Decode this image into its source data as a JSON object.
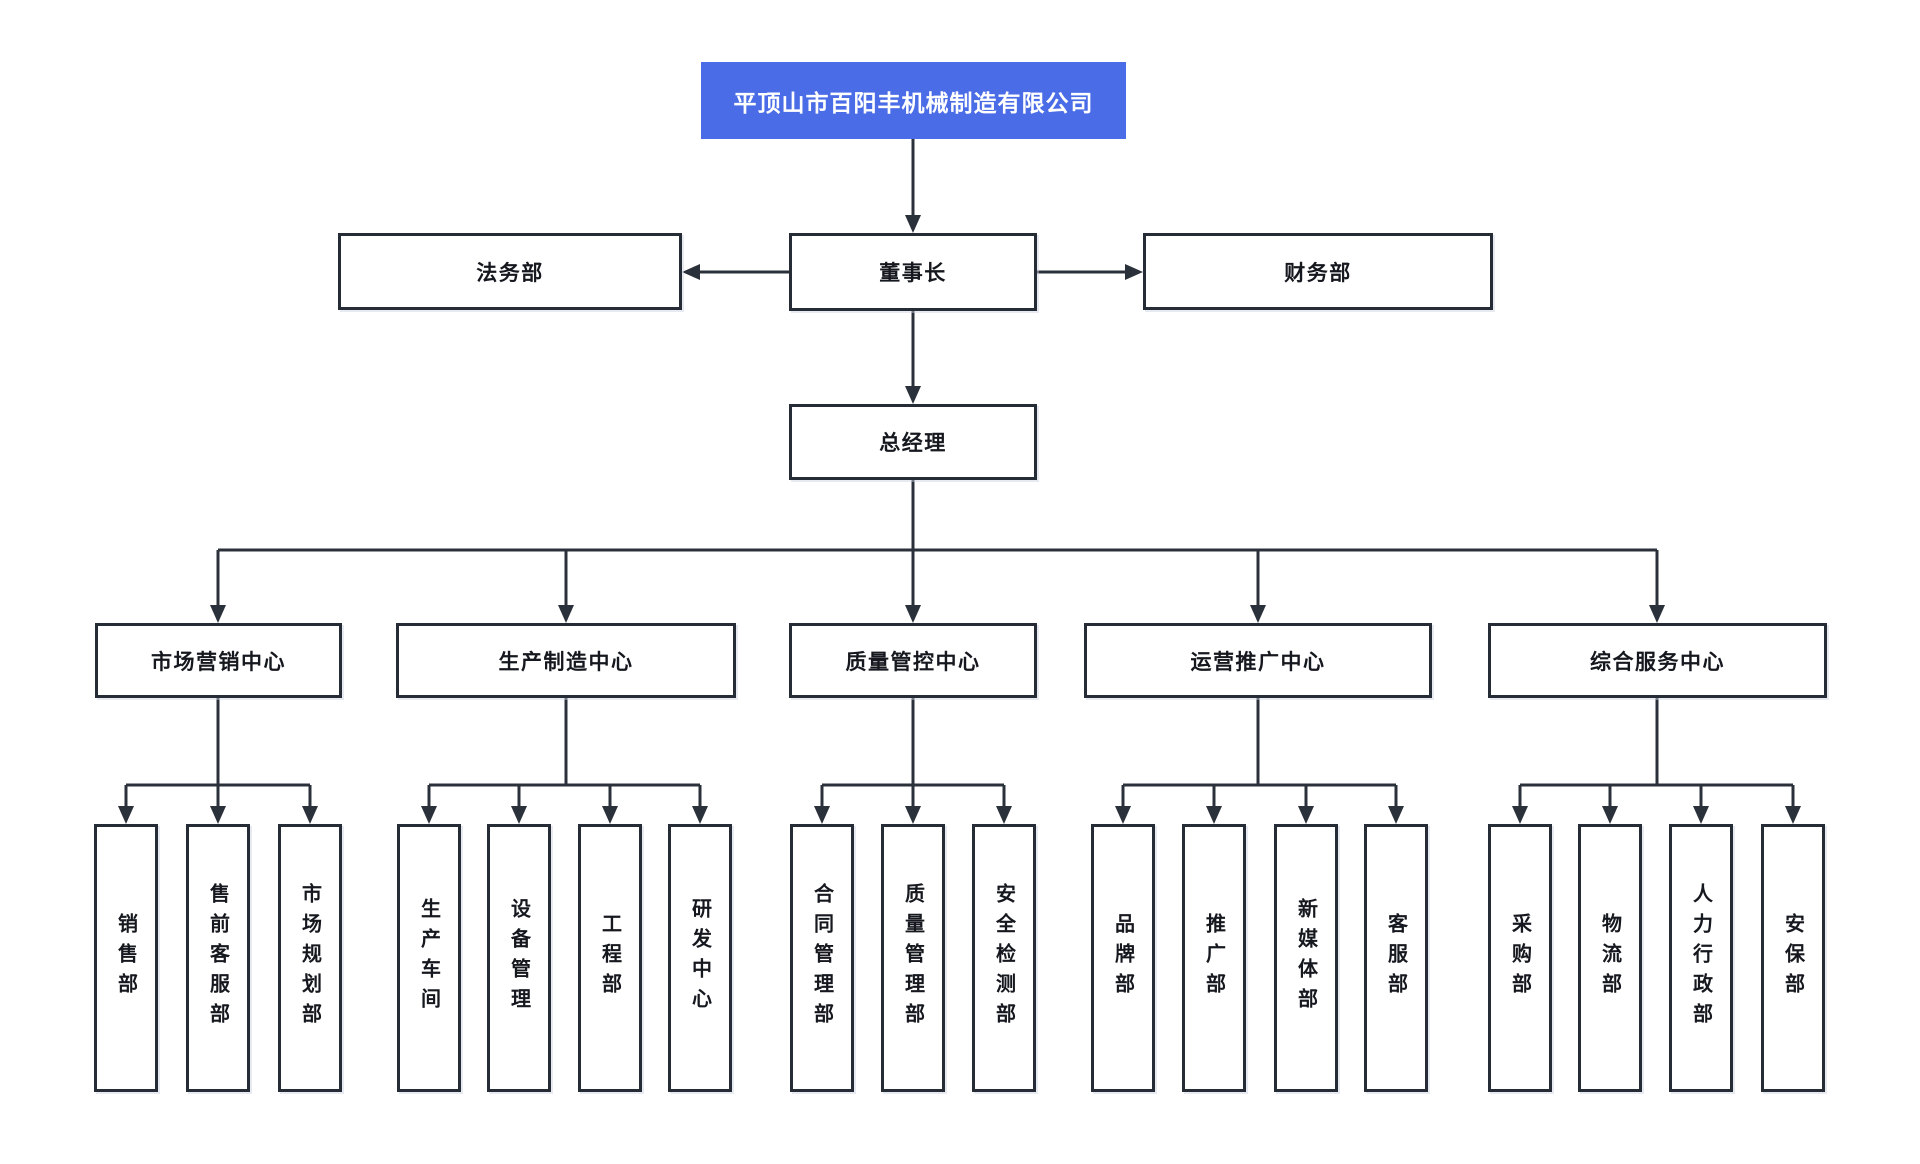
{
  "company": {
    "name": "平顶山市百阳丰机械制造有限公司"
  },
  "org": {
    "chairman": "董事长",
    "legal": "法务部",
    "finance": "财务部",
    "general_manager": "总经理",
    "centers": [
      {
        "label": "市场营销中心",
        "children": [
          "销售部",
          "售前客服部",
          "市场规划部"
        ]
      },
      {
        "label": "生产制造中心",
        "children": [
          "生产车间",
          "设备管理",
          "工程部",
          "研发中心"
        ]
      },
      {
        "label": "质量管控中心",
        "children": [
          "合同管理部",
          "质量管理部",
          "安全检测部"
        ]
      },
      {
        "label": "运营推广中心",
        "children": [
          "品牌部",
          "推广部",
          "新媒体部",
          "客服部"
        ]
      },
      {
        "label": "综合服务中心",
        "children": [
          "采购部",
          "物流部",
          "人力行政部",
          "安保部"
        ]
      }
    ]
  },
  "colors": {
    "accent": "#4a6ce6",
    "accent_text": "#ffffff",
    "line": "#2b313b",
    "border": "#262c36",
    "box_bg": "#ffffff",
    "text": "#15181e",
    "canvas_bg": "#ffffff"
  }
}
